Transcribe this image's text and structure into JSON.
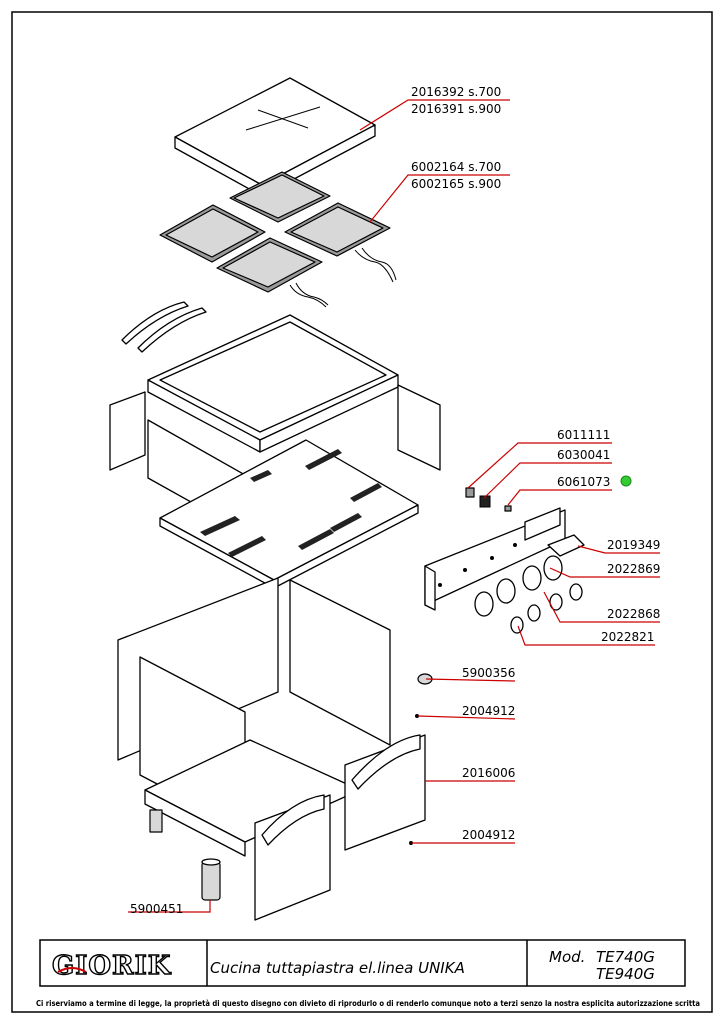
{
  "labels": {
    "hob_top_a": "2016392  s.700",
    "hob_top_b": "2016391  s.900",
    "heating_a": "6002164  s.700",
    "heating_b": "6002165  s.900",
    "p6011111": "6011111",
    "p6030041": "6030041",
    "p6061073": "6061073",
    "p2019349": "2019349",
    "p2022869": "2022869",
    "p2022868": "2022868",
    "p2022821": "2022821",
    "p5900356": "5900356",
    "p2004912_a": "2004912",
    "p2016006": "2016006",
    "p2004912_b": "2004912",
    "p5900451": "5900451"
  },
  "title_block": {
    "logo": "GIORIK",
    "description": "Cucina  tuttapiastra  el.linea  UNIKA",
    "model_prefix": "Mod.",
    "model_1": "TE740G",
    "model_2": "TE940G"
  },
  "footer": {
    "disclaimer": "Ci riserviamo a termine di legge, la proprietà di questo disegno con divieto di riprodurlo o di renderlo comunque noto a terzi senzo la nostra esplicita autorizzazione scritta"
  },
  "colors": {
    "leader": "#cc0000",
    "status_dot": "#33cc33"
  }
}
